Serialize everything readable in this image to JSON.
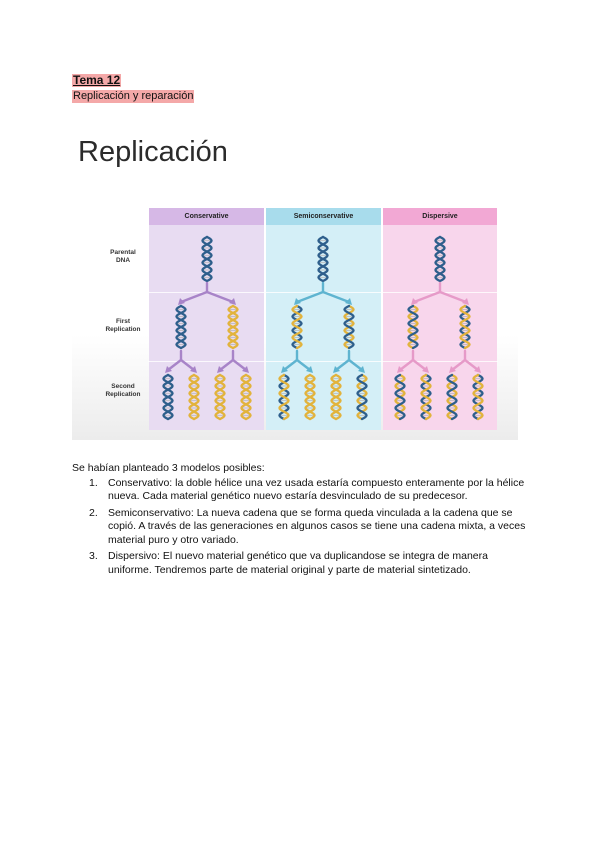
{
  "header": {
    "title": "Tema 12",
    "subtitle": "Replicación y reparación",
    "highlight_color": "#f4a8a8"
  },
  "figure": {
    "title": "Replicación",
    "columns": [
      {
        "label": "Conservative",
        "header_color": "#d6b8e6",
        "bg_color": "#e8dcf2"
      },
      {
        "label": "Semiconservative",
        "header_color": "#a8dcec",
        "bg_color": "#d4eff7"
      },
      {
        "label": "Dispersive",
        "header_color": "#f2a8d4",
        "bg_color": "#f8d6ec"
      }
    ],
    "rows": [
      {
        "label_line1": "Parental",
        "label_line2": "DNA"
      },
      {
        "label_line1": "First",
        "label_line2": "Replication"
      },
      {
        "label_line1": "Second",
        "label_line2": "Replication"
      }
    ],
    "colors": {
      "old_strand": "#2e5f8c",
      "new_strand": "#e2b33c",
      "arrow_conservative": "#a884c8",
      "arrow_semiconservative": "#5fb4d0",
      "arrow_dispersive": "#e69ac8"
    }
  },
  "body": {
    "intro": "Se habían planteado 3 modelos posibles:",
    "items": [
      {
        "number": "1.",
        "text": "Conservativo: la doble hélice una vez usada estaría compuesto enteramente por la hélice nueva. Cada material genético nuevo estaría desvinculado de su predecesor."
      },
      {
        "number": "2.",
        "text": "Semiconservativo: La nueva cadena que se forma queda vinculada a la cadena que se copió. A través de las generaciones en algunos casos se tiene una cadena mixta, a veces material puro y otro variado."
      },
      {
        "number": "3.",
        "text": "Dispersivo: El nuevo material genético que va duplicandose se integra de manera uniforme. Tendremos parte de material original y parte de material sintetizado."
      }
    ]
  }
}
